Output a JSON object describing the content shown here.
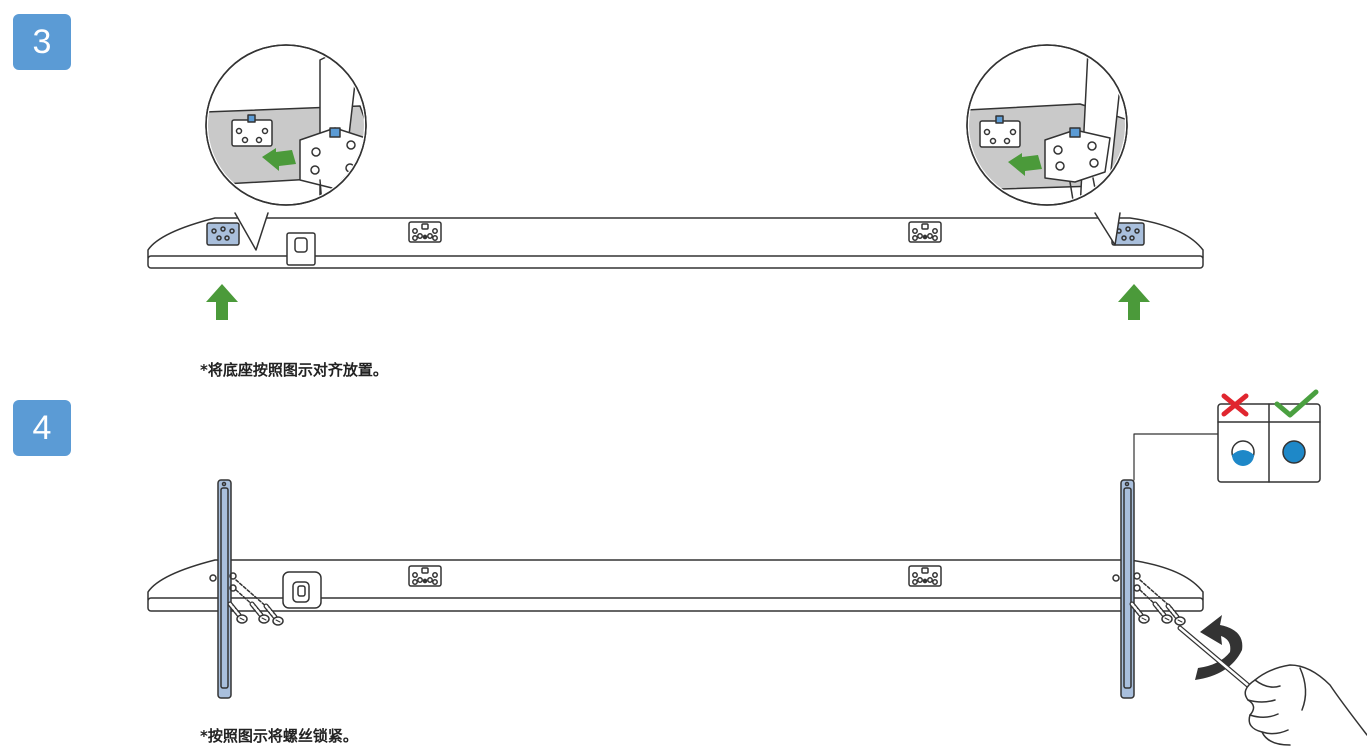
{
  "steps": [
    {
      "number": "3",
      "caption": "*将底座按照图示对齐放置。"
    },
    {
      "number": "4",
      "caption": "*按照图示将螺丝锁紧。"
    }
  ],
  "colors": {
    "badge": "#5b9bd5",
    "arrow": "#4b9a3a",
    "bracket": "#a9bfdc",
    "screw_dot": "#1e88c8",
    "cross": "#e0262f",
    "check": "#4aa040",
    "outline": "#333333"
  },
  "icons": [
    "step-badge",
    "up-arrow",
    "insert-arrow",
    "cross-icon",
    "check-icon",
    "screwdriver",
    "rotate-arrow",
    "hand"
  ]
}
